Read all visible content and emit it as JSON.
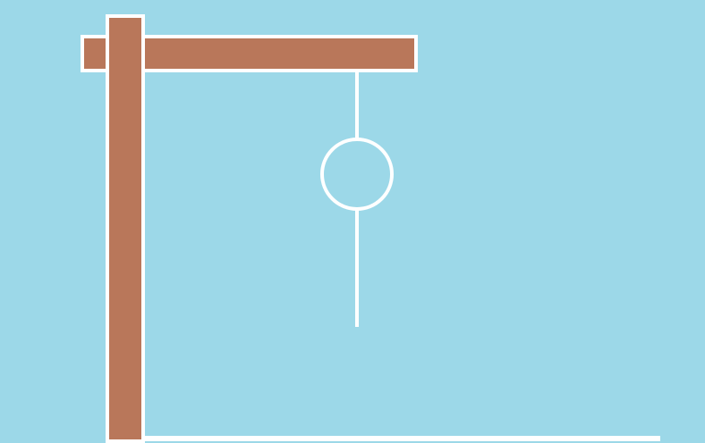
{
  "game": {
    "type": "hangman",
    "stage": "head-and-body",
    "parts_drawn": [
      "head",
      "body"
    ]
  },
  "colors": {
    "background": "#9cd8e8",
    "wood": "#b9775a",
    "outline": "#ffffff",
    "figure": "#ffffff"
  }
}
